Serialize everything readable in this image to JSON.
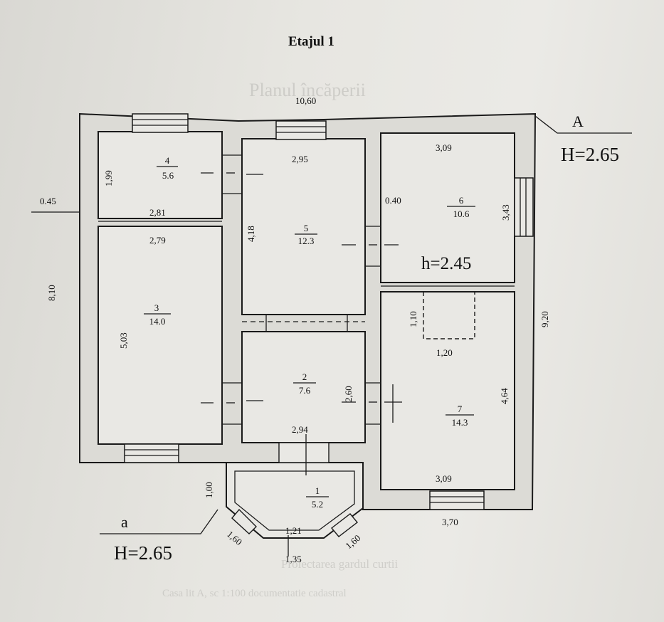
{
  "title": "Etajul 1",
  "markers": {
    "section_A": "A",
    "height_A": "H=2.65",
    "section_a": "a",
    "height_a": "H=2.65",
    "inner_height": "h=2.45"
  },
  "rooms": [
    {
      "number": "1",
      "area": "5.2"
    },
    {
      "number": "2",
      "area": "7.6"
    },
    {
      "number": "3",
      "area": "14.0"
    },
    {
      "number": "4",
      "area": "5.6"
    },
    {
      "number": "5",
      "area": "12.3"
    },
    {
      "number": "6",
      "area": "10.6"
    },
    {
      "number": "7",
      "area": "14.3"
    }
  ],
  "dimensions": {
    "top_overall": "10,60",
    "wall_thickness": "0.45",
    "left_overall": "8,10",
    "right_overall": "9,20",
    "r4_height": "1,99",
    "r4_width": "2,81",
    "r3_width": "2,79",
    "r3_height": "5,03",
    "r5_width": "2,95",
    "r5_height": "4,18",
    "partition": "0.40",
    "r6_width": "3,09",
    "r6_height": "3,43",
    "closet_height": "1,10",
    "closet_width": "1,20",
    "r7_height": "4,64",
    "r7_width": "3,09",
    "r2_height": "2,60",
    "r2_width": "2,94",
    "porch_depth": "1,00",
    "porch_side_left": "1,60",
    "porch_side_right": "1,60",
    "porch_front_inner": "1,21",
    "porch_front_outer": "1,35",
    "bottom_right": "3,70"
  }
}
